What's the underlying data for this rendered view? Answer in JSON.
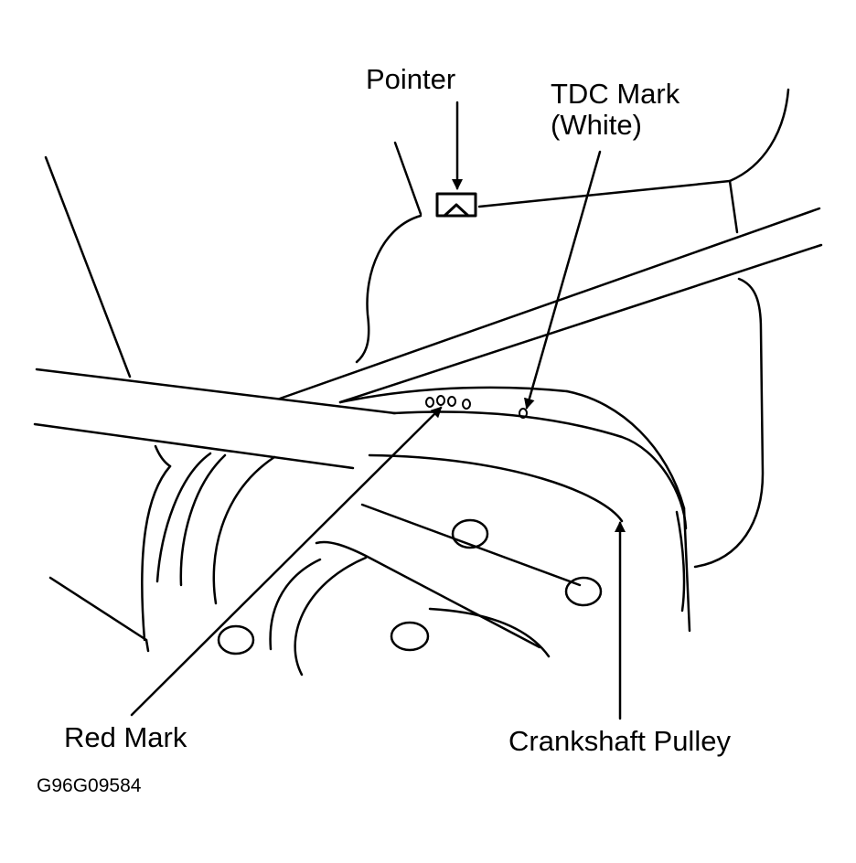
{
  "labels": {
    "pointer": "Pointer",
    "tdc_mark_line1": "TDC Mark",
    "tdc_mark_line2": "(White)",
    "red_mark": "Red Mark",
    "crankshaft_pulley": "Crankshaft Pulley",
    "figure_code": "G96G09584"
  },
  "colors": {
    "ink": "#000000",
    "paper": "#ffffff"
  }
}
